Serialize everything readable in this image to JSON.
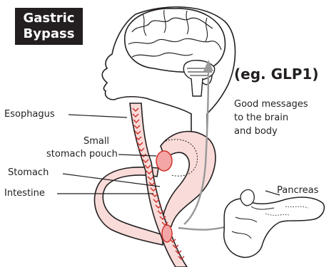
{
  "title": {
    "line1": "Gastric",
    "line2": "Bypass"
  },
  "hormone_label": "(eg. GLP1)",
  "messages": {
    "line1": "Good messages",
    "line2": "to the brain",
    "line3": "and body"
  },
  "labels": {
    "esophagus": "Esophagus",
    "small_pouch_line1": "Small",
    "small_pouch_line2": "stomach pouch",
    "stomach": "Stomach",
    "intestine": "Intestine",
    "pancreas": "Pancreas"
  },
  "colors": {
    "outline": "#231f20",
    "tissue_fill": "#f9dcd9",
    "pouch_fill": "#f4a6a6",
    "staple_red": "#d0332d",
    "arrow_gray": "#9a9a9a",
    "title_bg": "#231f20"
  }
}
